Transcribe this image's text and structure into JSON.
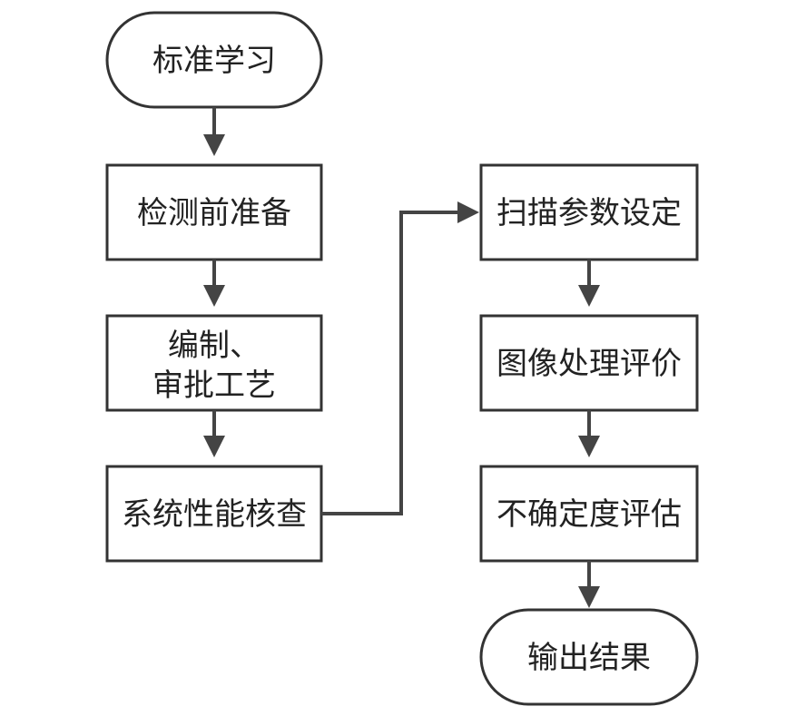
{
  "flowchart": {
    "left_column": {
      "start": "标准学习",
      "step1": "检测前准备",
      "step2_line1": "编制、",
      "step2_line2": "审批工艺",
      "step3": "系统性能核查"
    },
    "right_column": {
      "step4": "扫描参数设定",
      "step5": "图像处理评价",
      "step6": "不确定度评估",
      "end": "输出结果"
    }
  }
}
